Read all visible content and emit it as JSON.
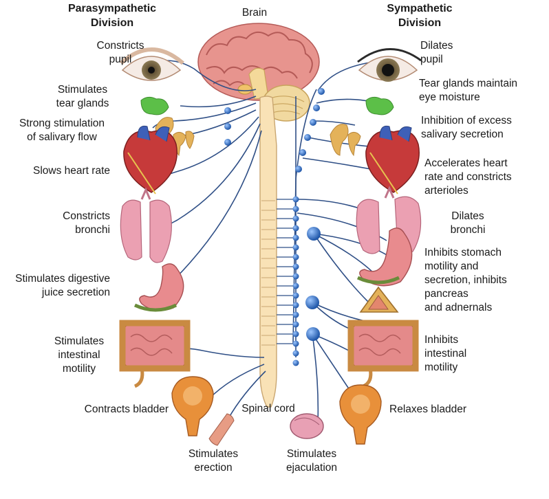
{
  "headings": {
    "parasympathetic": "Parasympathetic\nDivision",
    "sympathetic": "Sympathetic\nDivision",
    "brain": "Brain",
    "spinal_cord": "Spinal cord"
  },
  "parasympathetic_effects": {
    "eye": "Constricts\npupil",
    "tear": "Stimulates\ntear glands",
    "saliva": "Strong stimulation\nof salivary flow",
    "heart": "Slows heart rate",
    "bronchi": "Constricts\nbronchi",
    "digestive": "Stimulates digestive\njuice secretion",
    "intestine": "Stimulates\nintestinal\nmotility",
    "bladder": "Contracts bladder",
    "erection": "Stimulates\nerection"
  },
  "sympathetic_effects": {
    "eye": "Dilates\npupil",
    "tear": "Tear glands maintain\neye moisture",
    "saliva": "Inhibition of excess\nsalivary secretion",
    "heart": "Accelerates heart\nrate and constricts\narterioles",
    "bronchi": "Dilates\nbronchi",
    "stomach": "Inhibits stomach\nmotility and\nsecretion, inhibits\npancreas\nand adnernals",
    "intestine": "Inhibits\nintestinal\nmotility",
    "bladder": "Relaxes bladder",
    "ejaculation": "Stimulates\nejaculation"
  },
  "colors": {
    "nerve": "#2f4f86",
    "ganglion": "#3a78c9",
    "spinal_cord": "#f7dfb2",
    "brain": "#e99b95",
    "heart": "#c63a3a",
    "lung": "#eba0b2",
    "stomach": "#e88b8e",
    "intestine": "#c98a42",
    "bladder": "#e8903a",
    "gland": "#e4b25a",
    "tear_gland": "#5cbf48"
  },
  "organs": {
    "left": [
      "eye",
      "tear-gland",
      "salivary-glands",
      "heart",
      "lungs",
      "stomach",
      "intestines",
      "bladder",
      "penis"
    ],
    "right": [
      "eye",
      "tear-gland",
      "salivary-glands",
      "heart",
      "lungs",
      "stomach",
      "pancreas",
      "intestines",
      "bladder",
      "testis"
    ]
  }
}
